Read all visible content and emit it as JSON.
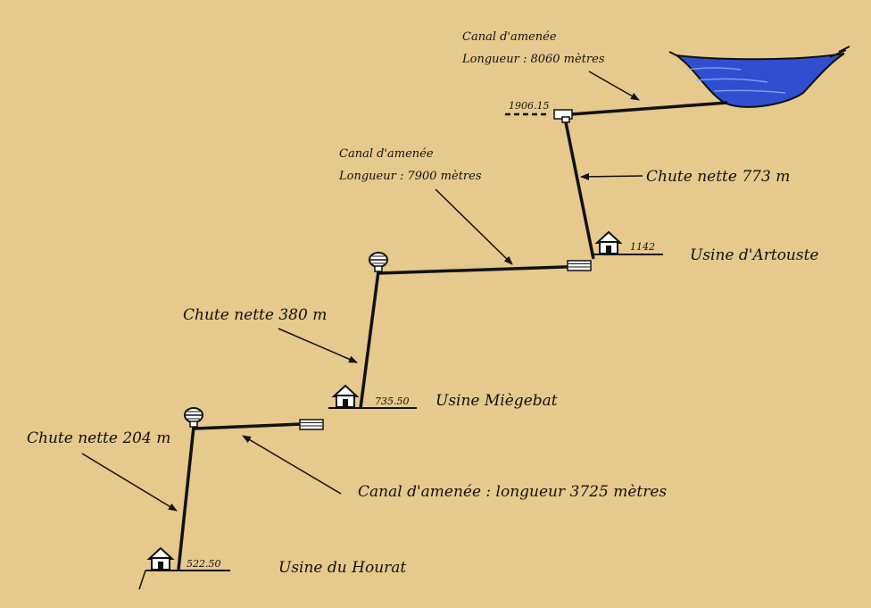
{
  "colors": {
    "background": "#e6c98c",
    "line": "#111111",
    "water": "#2f4fd0"
  },
  "labels": {
    "canal_top_1": "Canal d'amenée",
    "canal_top_2": "Longueur : 8060 mètres",
    "canal_mid_1": "Canal d'amenée",
    "canal_mid_2": "Longueur : 7900 mètres",
    "chute_773": "Chute nette 773 m",
    "chute_380": "Chute nette 380 m",
    "chute_204": "Chute nette 204 m",
    "canal_low": "Canal d'amenée : longueur 3725 mètres",
    "usine_artouste": "Usine d'Artouste",
    "usine_miegebat": "Usine Miègebat",
    "usine_hourat": "Usine du Hourat"
  },
  "elevations": {
    "top": "1906.15",
    "artouste": "1142",
    "miegebat": "735.50",
    "hourat": "522.50"
  },
  "icons": {
    "lake": "lake-icon",
    "house": "house-icon",
    "tank": "surge-tank-icon",
    "chamber": "water-chamber-icon"
  }
}
